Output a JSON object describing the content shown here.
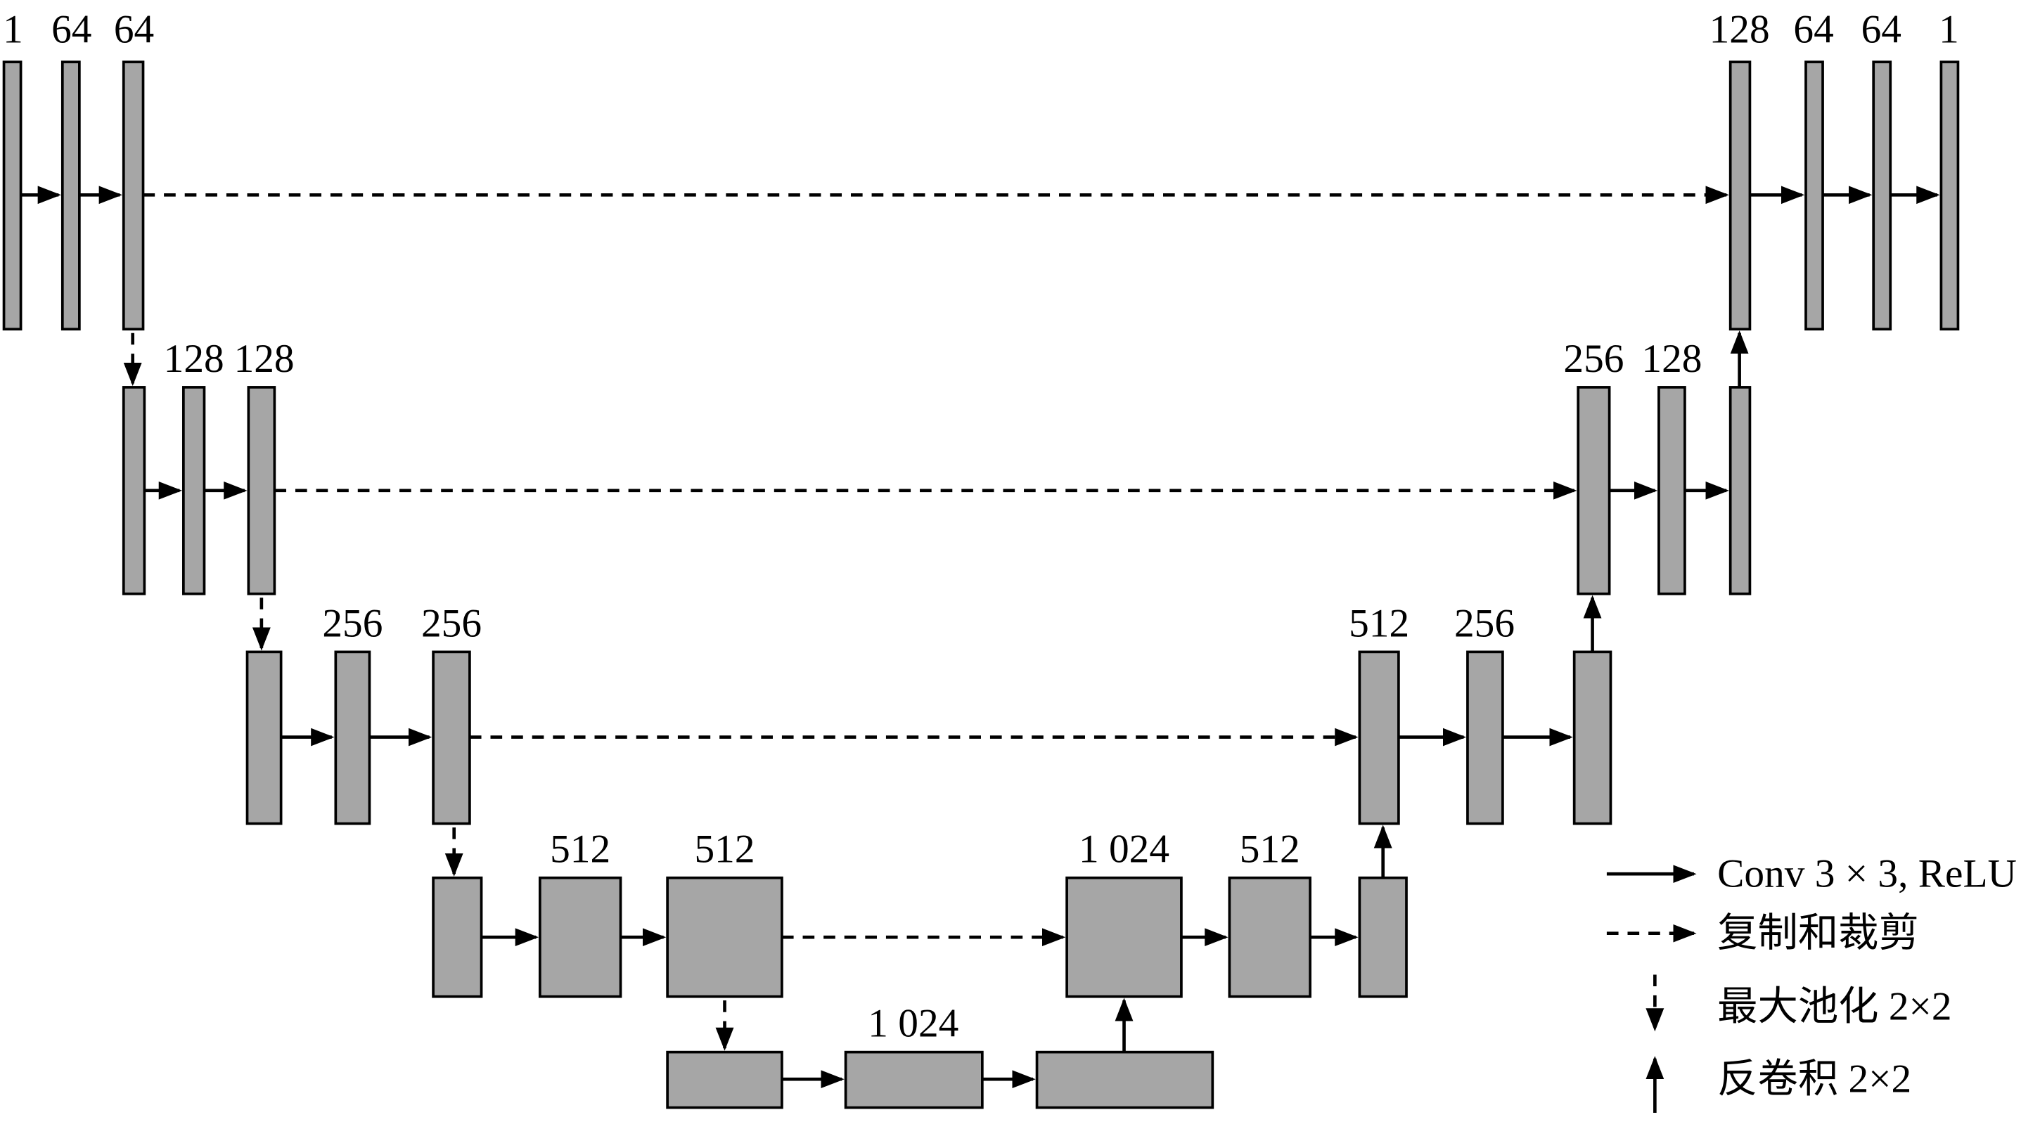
{
  "diagram": {
    "type": "unet-architecture",
    "labels": {
      "enc1": [
        "1",
        "64",
        "64"
      ],
      "dec1": [
        "128",
        "64",
        "64",
        "1"
      ],
      "enc2": [
        "128",
        "128"
      ],
      "dec2": [
        "256",
        "128"
      ],
      "enc3": [
        "256",
        "256"
      ],
      "dec3": [
        "512",
        "256"
      ],
      "enc4": [
        "512",
        "512"
      ],
      "dec4": [
        "1 024",
        "512"
      ],
      "bottom": [
        "1 024"
      ]
    },
    "legend": {
      "conv": "Conv 3 × 3, ReLU",
      "copy": "复制和裁剪",
      "maxpool": "最大池化 2×2",
      "upconv": "反卷积 2×2"
    },
    "colors": {
      "bar_fill": "#a6a6a6",
      "bar_stroke": "#000000",
      "arrow": "#000000",
      "background": "#ffffff"
    }
  }
}
